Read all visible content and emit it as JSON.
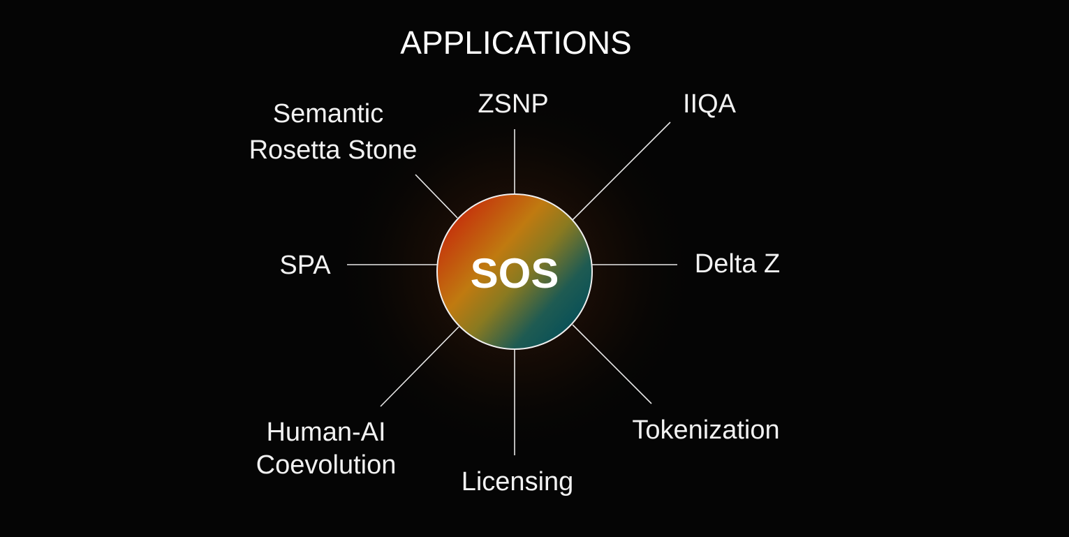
{
  "title": "APPLICATIONS",
  "center": {
    "label": "SOS"
  },
  "nodes": [
    {
      "id": "semantic",
      "lines": [
        "Semantic",
        "Rosetta Stone"
      ]
    },
    {
      "id": "zsnp",
      "lines": [
        "ZSNP"
      ]
    },
    {
      "id": "iiqa",
      "lines": [
        "IIQA"
      ]
    },
    {
      "id": "spa",
      "lines": [
        "SPA"
      ]
    },
    {
      "id": "delta",
      "lines": [
        "Delta Z"
      ]
    },
    {
      "id": "human",
      "lines": [
        "Human-AI",
        "Coevolution"
      ]
    },
    {
      "id": "licensing",
      "lines": [
        "Licensing"
      ]
    },
    {
      "id": "tokenization",
      "lines": [
        "Tokenization"
      ]
    }
  ],
  "colors": {
    "background": "#050505",
    "warm": "#c8380e",
    "mid": "#b8860b",
    "cool": "#0c5a5c"
  }
}
